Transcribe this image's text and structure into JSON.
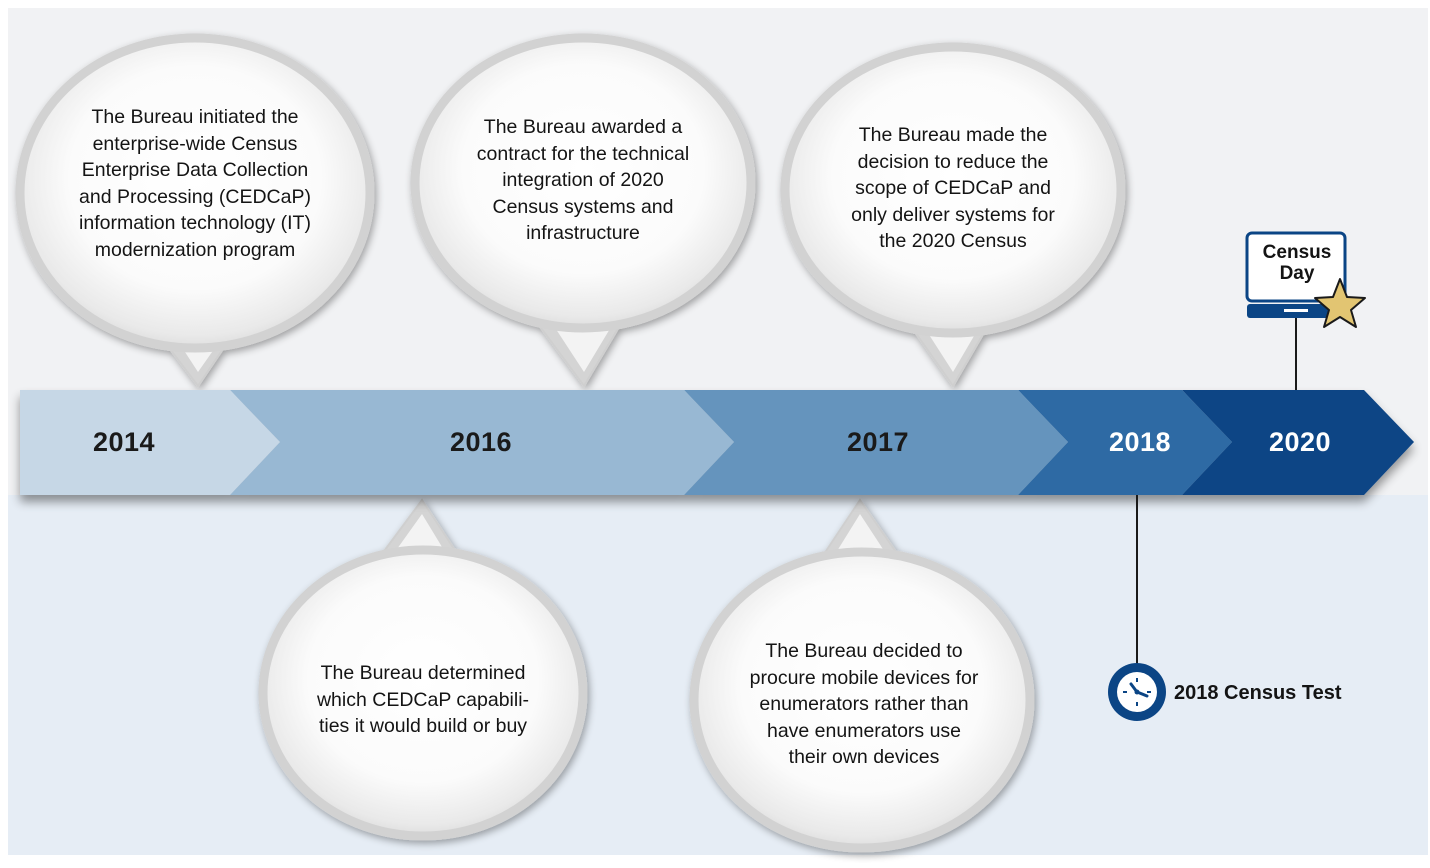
{
  "timeline": {
    "years": [
      {
        "label": "2014",
        "color": "#c6d7e6",
        "text_color": "#1a1a1a"
      },
      {
        "label": "2016",
        "color": "#98b8d3",
        "text_color": "#1a1a1a"
      },
      {
        "label": "2017",
        "color": "#6594bd",
        "text_color": "#1a1a1a"
      },
      {
        "label": "2018",
        "color": "#2f6aa4",
        "text_color": "#ffffff"
      },
      {
        "label": "2020",
        "color": "#0b4585",
        "text_color": "#ffffff"
      }
    ]
  },
  "events": {
    "above": [
      {
        "year": "2014",
        "lines": [
          "The Bureau initiated the",
          "enterprise-wide Census",
          "Enterprise Data Collection",
          "and Processing (CEDCaP)",
          "information technology (IT)",
          "modernization program"
        ]
      },
      {
        "year": "2016",
        "lines": [
          "The Bureau awarded a",
          "contract for the technical",
          "integration of 2020",
          "Census systems and",
          "infrastructure"
        ]
      },
      {
        "year": "2017",
        "lines": [
          "The Bureau made the",
          "decision to reduce the",
          "scope of CEDCaP and",
          "only deliver systems for",
          "the 2020 Census"
        ]
      }
    ],
    "below": [
      {
        "year": "2016",
        "lines": [
          "The Bureau determined",
          "which CEDCaP capabili-",
          "ties it would build or buy"
        ]
      },
      {
        "year": "2017",
        "lines": [
          "The Bureau decided to",
          "procure mobile devices for",
          "enumerators rather than",
          "have enumerators use",
          "their own devices"
        ]
      }
    ]
  },
  "milestones": {
    "census_day": {
      "line1": "Census",
      "line2": "Day",
      "icon": "monitor-star-icon"
    },
    "census_test": {
      "label": "2018 Census Test",
      "icon": "clock-icon"
    }
  },
  "colors": {
    "top_background": "#f1f2f4",
    "bottom_background": "#e6edf5",
    "accent_dark": "#0b4585",
    "star": "#e2c572"
  }
}
